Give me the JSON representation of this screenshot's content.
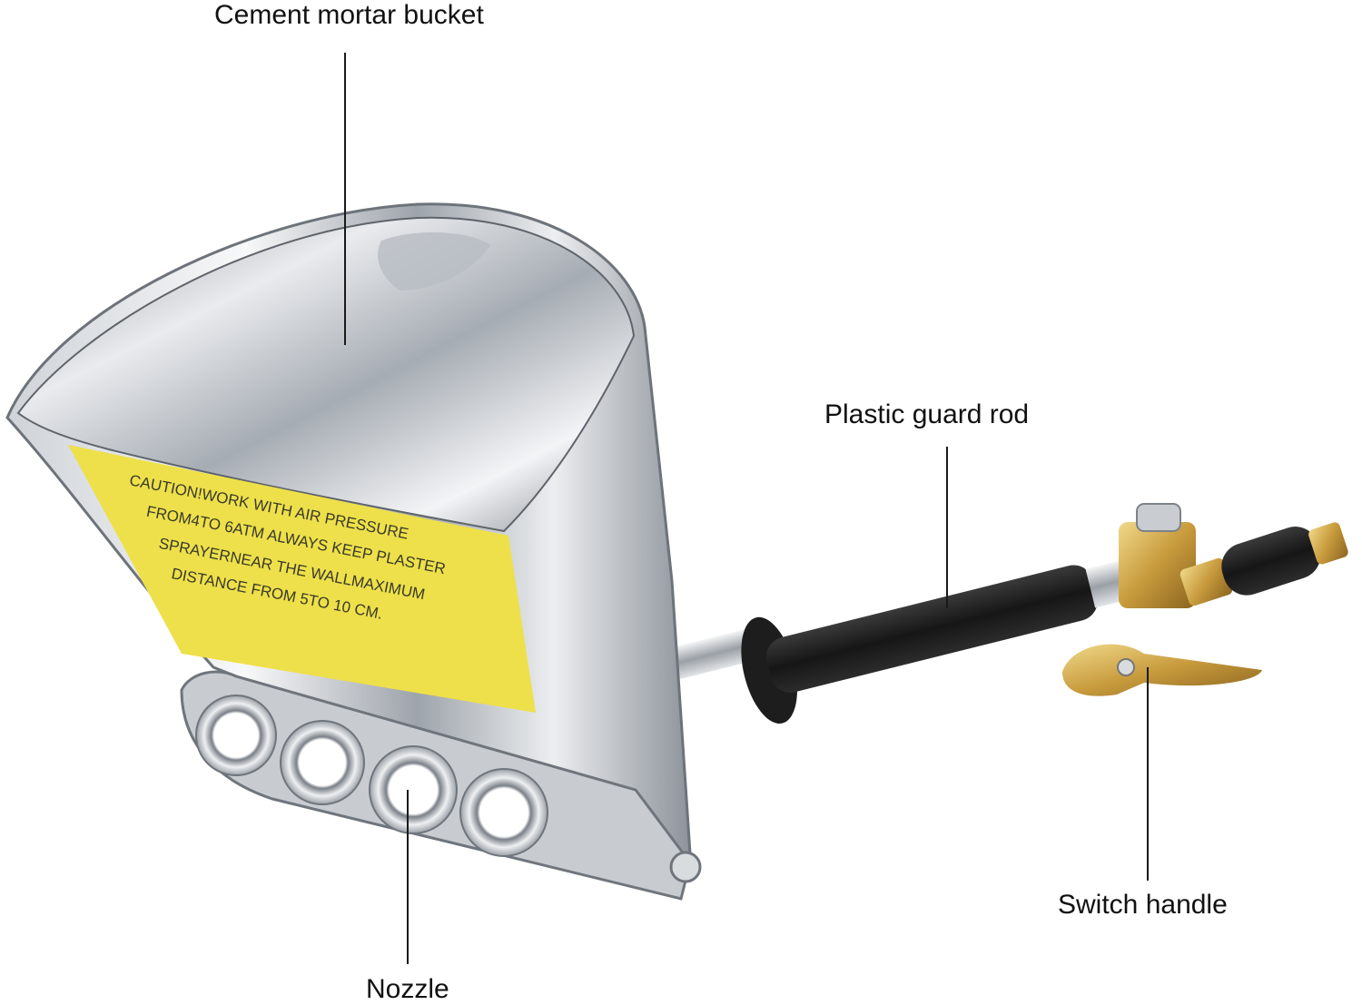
{
  "labels": {
    "bucket": "Cement mortar bucket",
    "guard_rod": "Plastic guard rod",
    "switch_handle": "Switch handle",
    "nozzle": "Nozzle"
  },
  "caution_sticker": [
    "CAUTION!WORK WITH AIR PRESSURE",
    "FROM4TO 6ATM ALWAYS KEEP PLASTER",
    "SPRAYERNEAR THE WALLMAXIMUM",
    "DISTANCE FROM 5TO 10 CM."
  ],
  "colors": {
    "background": "#ffffff",
    "steel_light": "#eef0f2",
    "steel_mid": "#b9bec4",
    "steel_dark": "#6f757c",
    "sticker_yellow": "#efe043",
    "grip_black": "#1e1e1e",
    "brass": "#c9a24a"
  },
  "icons": [
    "hopper-gun-illustration"
  ]
}
